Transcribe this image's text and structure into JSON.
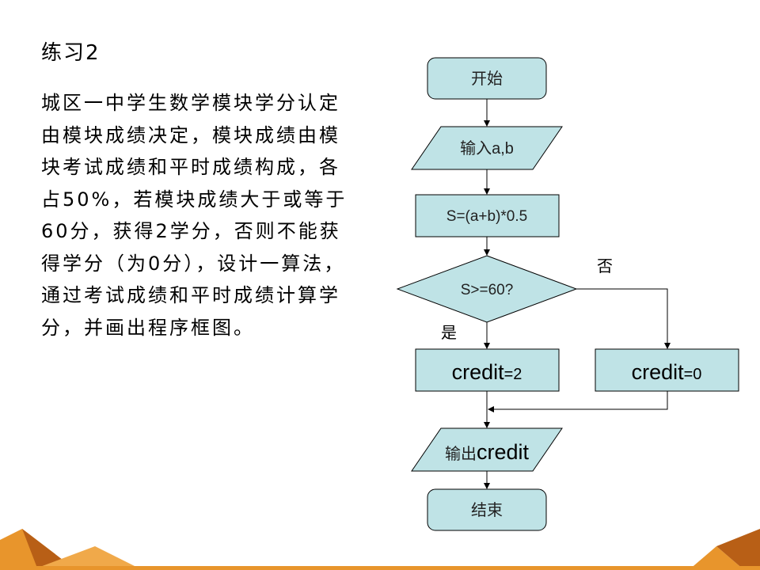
{
  "slide": {
    "title": "练习2",
    "problem": "城区一中学生数学模块学分认定由模块成绩决定，模块成绩由模块考试成绩和平时成绩构成，各占50%，若模块成绩大于或等于60分，获得2学分，否则不能获得学分（为0分），设计一算法，通过考试成绩和平时成绩计算学分，并画出程序框图。"
  },
  "flowchart": {
    "start": "开始",
    "input": "输入a,b",
    "compute": "S=(a+b)*0.5",
    "decision": "S>=60?",
    "no_label": "否",
    "yes_label": "是",
    "yes_box": {
      "word": "credit",
      "value": "=2"
    },
    "no_box": {
      "word": "credit",
      "value": "=0"
    },
    "output": {
      "prefix": "输出",
      "word": "credit"
    },
    "end": "结束"
  },
  "colors": {
    "node_fill": "#bfe3e6",
    "node_stroke": "#000000",
    "footer_orange": "#e8952c",
    "footer_dark": "#b85f16"
  }
}
